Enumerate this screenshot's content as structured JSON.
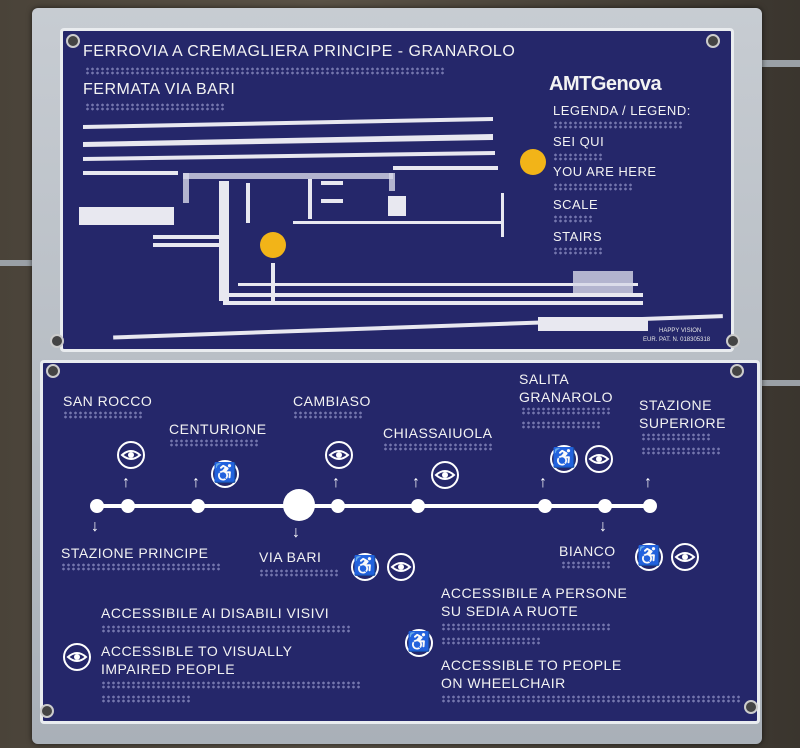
{
  "sign": {
    "title_line1": "FERROVIA A CREMAGLIERA PRINCIPE - GRANAROLO",
    "title_line2": "FERMATA VIA BARI",
    "brand": "AMTGenova",
    "legend": {
      "heading": "LEGENDA / LEGEND:",
      "you_are_here_it": "SEI QUI",
      "you_are_here_en": "YOU ARE HERE",
      "scale": "SCALE",
      "stairs": "STAIRS"
    },
    "maker": "HAPPY VISION",
    "patent": "EUR. PAT. N. 018305318"
  },
  "route": {
    "upper_stops": [
      {
        "label": "SAN ROCCO",
        "icon": "eye-icon"
      },
      {
        "label": "CENTURIONE",
        "icon": "wheelchair-icon"
      },
      {
        "label": "CAMBIASO",
        "icon": "eye-icon"
      },
      {
        "label": "CHIASSAIUOLA",
        "icon": "eye-icon"
      },
      {
        "label_line1": "SALITA",
        "label_line2": "GRANAROLO",
        "icons": [
          "wheelchair-icon",
          "eye-icon"
        ]
      },
      {
        "label_line1": "STAZIONE",
        "label_line2": "SUPERIORE"
      }
    ],
    "lower_stops": [
      {
        "label": "STAZIONE PRINCIPE"
      },
      {
        "label": "VIA BARI",
        "icons": [
          "wheelchair-icon",
          "eye-icon"
        ]
      },
      {
        "label": "BIANCO",
        "icons": [
          "wheelchair-icon",
          "eye-icon"
        ]
      }
    ]
  },
  "key": {
    "visual_it": "ACCESSIBILE AI DISABILI VISIVI",
    "visual_en_line1": "ACCESSIBLE TO VISUALLY",
    "visual_en_line2": "IMPAIRED PEOPLE",
    "wheel_it_line1": "ACCESSIBILE A PERSONE",
    "wheel_it_line2": "SU SEDIA A RUOTE",
    "wheel_en_line1": "ACCESSIBLE TO PEOPLE",
    "wheel_en_line2": "ON WHEELCHAIR"
  },
  "colors": {
    "panel": "#25276a",
    "text": "#f3f3f3",
    "marker": "#f2b418"
  }
}
